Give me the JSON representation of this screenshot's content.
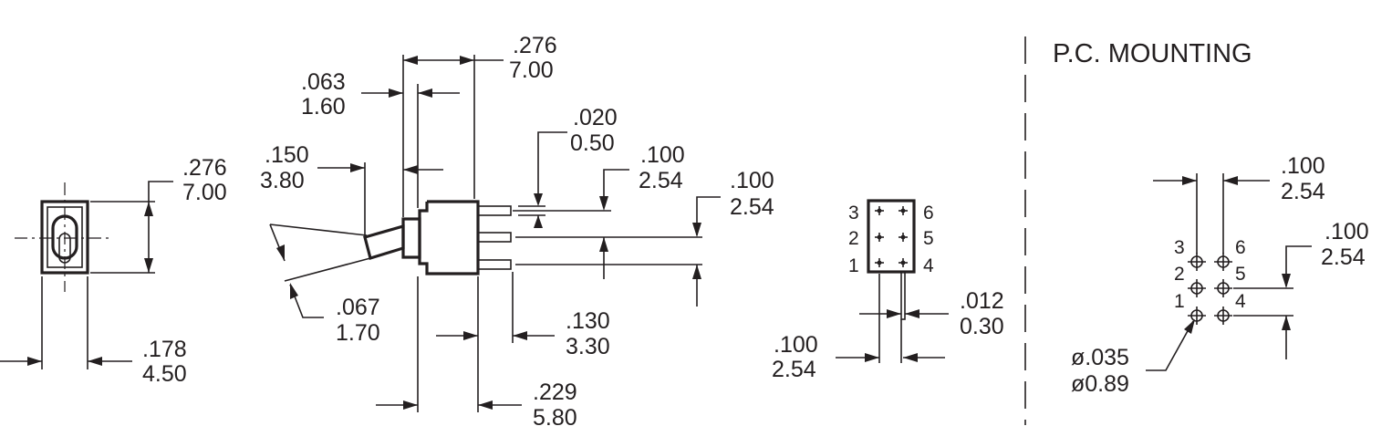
{
  "title": "P.C. MOUNTING",
  "dimensions": {
    "front_height_in": ".276",
    "front_height_mm": "7.00",
    "front_width_in": ".178",
    "front_width_mm": "4.50",
    "lever_offset_in": ".063",
    "lever_offset_mm": "1.60",
    "body_depth_in": ".276",
    "body_depth_mm": "7.00",
    "lever_len_in": ".150",
    "lever_len_mm": "3.80",
    "lever_dia_in": ".067",
    "lever_dia_mm": "1.70",
    "term_thk_in": ".020",
    "term_thk_mm": "0.50",
    "term_pitch1_in": ".100",
    "term_pitch1_mm": "2.54",
    "term_pitch2_in": ".100",
    "term_pitch2_mm": "2.54",
    "term_len_in": ".130",
    "term_len_mm": "3.30",
    "body_len_in": ".229",
    "body_len_mm": "5.80",
    "pin_thk_in": ".012",
    "pin_thk_mm": "0.30",
    "row_pitch_in": ".100",
    "row_pitch_mm": "2.54",
    "pcb_col_in": ".100",
    "pcb_col_mm": "2.54",
    "pcb_row_in": ".100",
    "pcb_row_mm": "2.54",
    "hole_in": "ø.035",
    "hole_mm": "ø0.89"
  },
  "pins": {
    "p1": "1",
    "p2": "2",
    "p3": "3",
    "p4": "4",
    "p5": "5",
    "p6": "6"
  }
}
